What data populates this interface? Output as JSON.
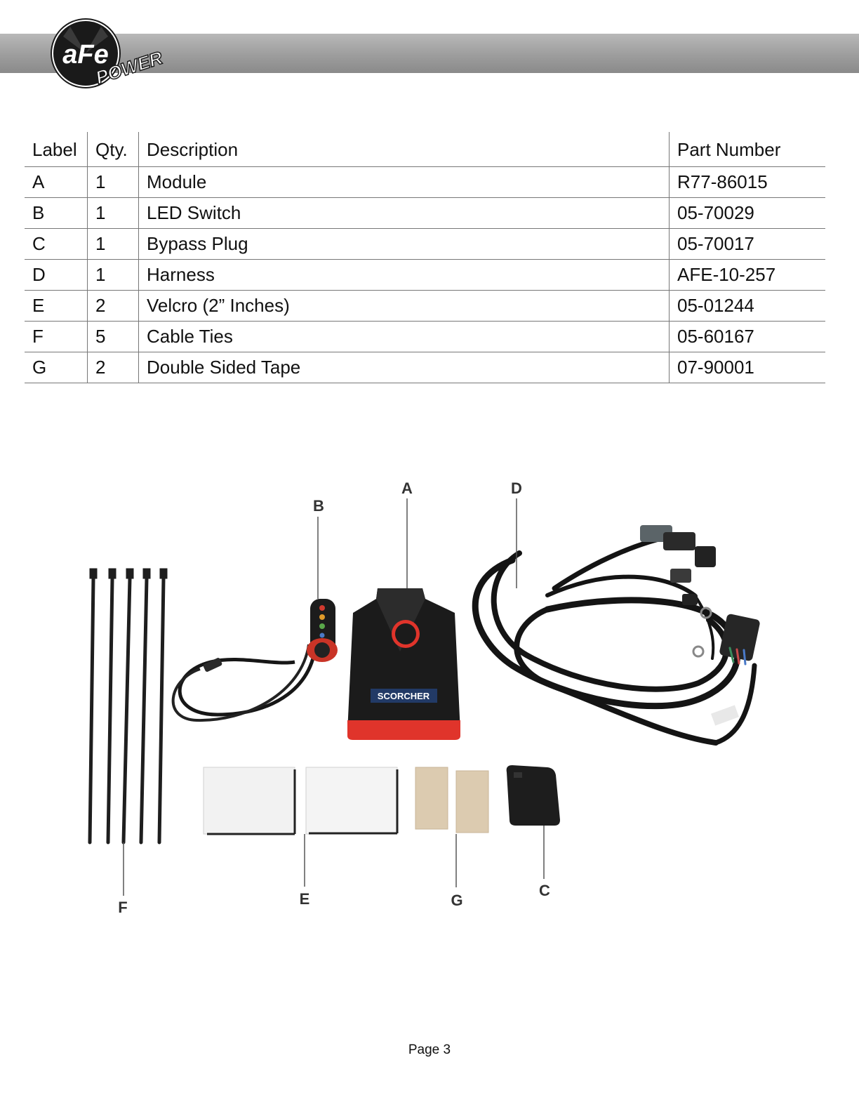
{
  "brand": {
    "logo_text": "aFe",
    "logo_sub": "POWER",
    "colors": {
      "header_bar": "#9d9d9d",
      "logo_dark": "#1a1a1a",
      "module_red": "#e0342b"
    }
  },
  "parts_table": {
    "headers": [
      "Label",
      "Qty.",
      "Description",
      "Part Number"
    ],
    "rows": [
      [
        "A",
        "1",
        "Module",
        "R77-86015"
      ],
      [
        "B",
        "1",
        "LED Switch",
        "05-70029"
      ],
      [
        "C",
        "1",
        "Bypass Plug",
        "05-70017"
      ],
      [
        "D",
        "1",
        "Harness",
        "AFE-10-257"
      ],
      [
        "E",
        "2",
        "Velcro (2” Inches)",
        "05-01244"
      ],
      [
        "F",
        "5",
        "Cable Ties",
        "05-60167"
      ],
      [
        "G",
        "2",
        "Double Sided Tape",
        "07-90001"
      ]
    ]
  },
  "photo": {
    "callouts": [
      "A",
      "B",
      "C",
      "D",
      "E",
      "F",
      "G"
    ],
    "module_badge": "SCORCHER"
  },
  "footer": {
    "page": "Page 3"
  }
}
